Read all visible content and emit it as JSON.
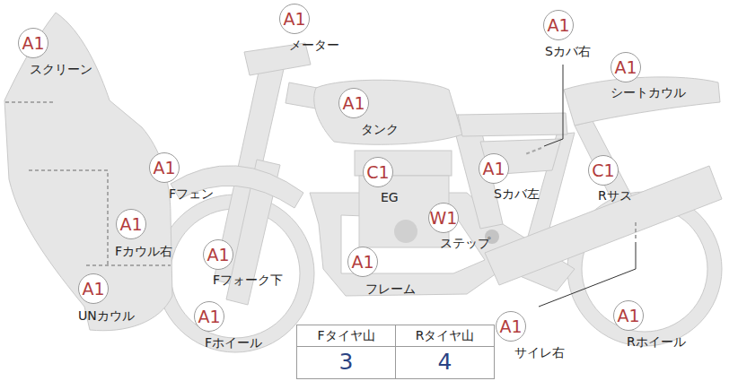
{
  "diagram": {
    "nodes": [
      {
        "text": [
          "A1",
          "メーター"
        ]
      },
      {
        "text": [
          "A1",
          "Sカバ右"
        ]
      },
      {
        "text": [
          "A1",
          "スクリーン"
        ]
      },
      {
        "text": [
          "A1",
          "シートカウル"
        ]
      },
      {
        "text": [
          "A1",
          "タンク"
        ]
      },
      {
        "text": [
          "A1",
          "Fフェン"
        ]
      },
      {
        "text": [
          "A1",
          "Sカバ左"
        ]
      },
      {
        "text": [
          "C1",
          "Rサス"
        ]
      },
      {
        "text": [
          "C1",
          "EG"
        ]
      },
      {
        "text": [
          "W1",
          "ステップ"
        ]
      },
      {
        "text": [
          "A1",
          "Fカウル右"
        ]
      },
      {
        "text": [
          "A1",
          "Fフォーク下"
        ]
      },
      {
        "text": [
          "A1",
          "フレーム"
        ]
      },
      {
        "text": [
          "A1",
          "UNカウル"
        ]
      },
      {
        "text": [
          "A1",
          "Rホイール"
        ]
      },
      {
        "text": [
          "A1",
          "Fホイール"
        ]
      },
      {
        "text": [
          "A1",
          "サイレ右"
        ]
      }
    ],
    "labels": [
      "Fタイヤ山",
      "Rタイヤ山",
      "3",
      "4"
    ]
  }
}
